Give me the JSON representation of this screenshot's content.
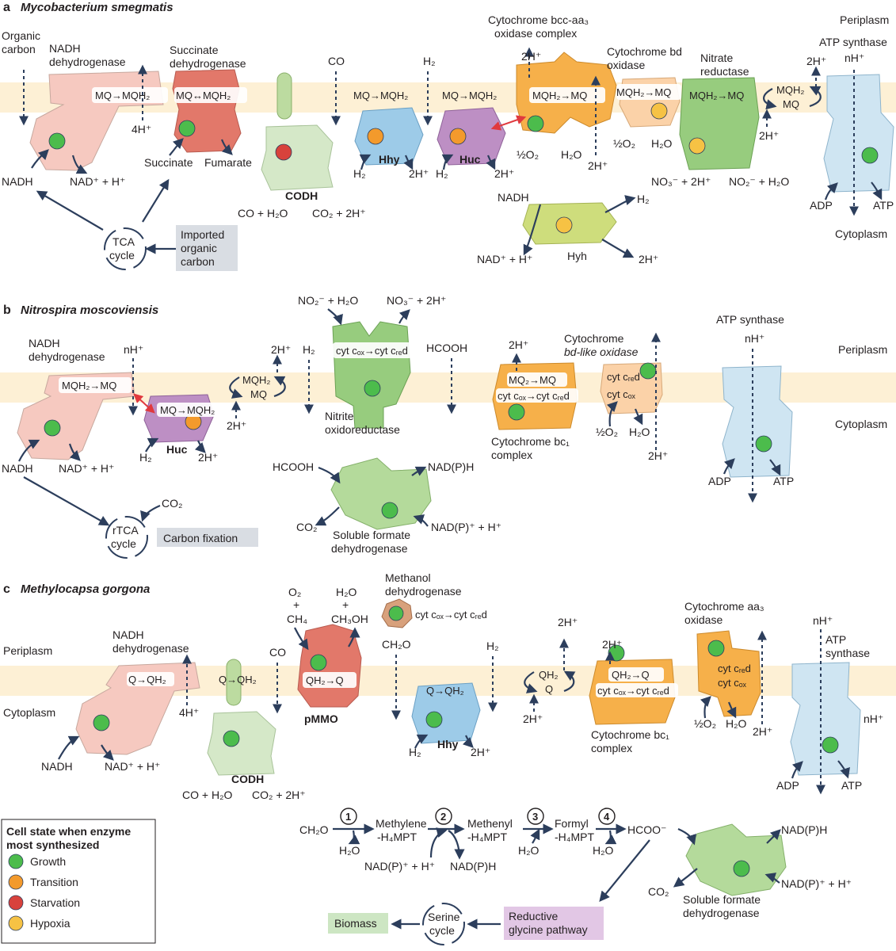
{
  "colors": {
    "growth": "#4cbc4c",
    "transition": "#f39a2c",
    "starvation": "#d8423c",
    "hypoxia": "#f6c244",
    "membrane": "#fdf0d5",
    "pink": "#f6c9c0",
    "red_orange": "#e2786a",
    "green_light": "#d5e8c8",
    "green_mid": "#97cc7e",
    "blue": "#9dcbe8",
    "purple": "#bd8fc4",
    "orange": "#f6b04a",
    "olive": "#cedd7c",
    "arrow": "#2c3e5c",
    "grey_box": "#d9dde3",
    "green_box": "#cde6c3",
    "purple_box": "#e2c7e5"
  },
  "panel_a": {
    "letter": "a",
    "organism": "Mycobacterium smegmatis",
    "labels": {
      "organic_carbon": [
        "Organic",
        "carbon"
      ],
      "nadh_dh": [
        "NADH",
        "dehydrogenase"
      ],
      "succ_dh": [
        "Succinate",
        "dehydrogenase"
      ],
      "co": "CO",
      "h2_top": "H₂",
      "bcc": [
        "Cytochrome bcc-aa₃",
        "oxidase complex"
      ],
      "bd": [
        "Cytochrome bd",
        "oxidase"
      ],
      "nitrate": [
        "Nitrate",
        "reductase"
      ],
      "periplasm": "Periplasm",
      "atp_synthase": "ATP synthase",
      "two_h_atp": "2H⁺",
      "nh": "nH⁺",
      "mq_mqh2_1": "MQ→MQH₂",
      "mq_mqh2_2": "MQ↔MQH₂",
      "mq_mqh2_3": "MQ→MQH₂",
      "mq_mqh2_4": "MQ→MQH₂",
      "mqh2_mq_1": "MQH₂→MQ",
      "mqh2_mq_2": "MQH₂→MQ",
      "mqh2_mq_3": "MQH₂→MQ",
      "cycle_mqh2": "MQH₂",
      "cycle_mq": "MQ",
      "four_h": "4H⁺",
      "two_h_bcc_top": "2H⁺",
      "two_h_bcc_bottom": "2H⁺",
      "two_h_nitrate": "2H⁺",
      "succinate": "Succinate",
      "fumarate": "Fumarate",
      "nadh": "NADH",
      "nad_plus": "NAD⁺ + H⁺",
      "codh": "CODH",
      "co_h2o": "CO + H₂O",
      "co2_2h": "CO₂ + 2H⁺",
      "hhy": "Hhy",
      "huc": "Huc",
      "h2_hhy": "H₂",
      "h2_huc": "H₂",
      "two_h_hhy": "2H⁺",
      "two_h_huc": "2H⁺",
      "half_o2_1": "½O₂",
      "h2o_1": "H₂O",
      "half_o2_2": "½O₂",
      "h2o_2": "H₂O",
      "no3": "NO₃⁻ + 2H⁺",
      "no2": "NO₂⁻ + H₂O",
      "adp": "ADP",
      "atp": "ATP",
      "cytoplasm": "Cytoplasm",
      "hyh_nadh": "NADH",
      "hyh_h2": "H₂",
      "hyh": "Hyh",
      "hyh_nad": "NAD⁺ + H⁺",
      "hyh_2h": "2H⁺",
      "tca": [
        "TCA",
        "cycle"
      ],
      "imported": [
        "Imported",
        "organic",
        "carbon"
      ]
    }
  },
  "panel_b": {
    "letter": "b",
    "organism": "Nitrospira moscoviensis",
    "labels": {
      "nadh_dh": [
        "NADH",
        "dehydrogenase"
      ],
      "nh_top": "nH⁺",
      "cycle_2h_top": "2H⁺",
      "h2": "H₂",
      "no2_h2o": "NO₂⁻ + H₂O",
      "no3_2h": "NO₃⁻ + 2H⁺",
      "cyt_nxr": "cyt cₒₓ→cyt cᵣₑd",
      "hcooh_top": "HCOOH",
      "two_h_bc1": "2H⁺",
      "bd_like": [
        "Cytochrome",
        "bd-like oxidase"
      ],
      "atp_synthase": "ATP synthase",
      "nh_atp": "nH⁺",
      "periplasm": "Periplasm",
      "mqh2_mq": "MQH₂→MQ",
      "cycle_mqh2": "MQH₂",
      "cycle_mq": "MQ",
      "mq_mqh2_bc1": "MQ₂→MQ",
      "cyt_bc1": "cyt cₒₓ→cyt cᵣₑd",
      "cyt_c_red": "cyt cᵣₑd",
      "cyt_c_ox": "cyt cₒₓ",
      "mq_mqh2_huc": "MQ→MQH₂",
      "cycle_2h_bottom": "2H⁺",
      "nitrite_ox": [
        "Nitrite",
        "oxidoreductase"
      ],
      "bc1": [
        "Cytochrome bc₁",
        "complex"
      ],
      "half_o2": "½O₂",
      "h2o": "H₂O",
      "two_h_bd": "2H⁺",
      "cytoplasm": "Cytoplasm",
      "nadh": "NADH",
      "nad_plus": "NAD⁺ + H⁺",
      "h2_huc": "H₂",
      "huc": "Huc",
      "two_h_huc": "2H⁺",
      "adp": "ADP",
      "atp": "ATP",
      "hcooh": "HCOOH",
      "nadph": "NAD(P)H",
      "co2": "CO₂",
      "nadp_plus": "NAD(P)⁺ + H⁺",
      "sfdh": [
        "Soluble formate",
        "dehydrogenase"
      ],
      "rtca": [
        "rTCA",
        "cycle"
      ],
      "co2_rtca": "CO₂",
      "carbon_fixation": "Carbon fixation"
    }
  },
  "panel_c": {
    "letter": "c",
    "organism": "Methylocapsa gorgona",
    "labels": {
      "o2": "O₂",
      "plus1": "+",
      "ch4": "CH₄",
      "h2o": "H₂O",
      "plus2": "+",
      "ch3oh": "CH₃OH",
      "mdh": [
        "Methanol",
        "dehydrogenase"
      ],
      "cyt_mdh": "cyt cₒₓ→cyt cᵣₑd",
      "ch2o": "CH₂O",
      "h2": "H₂",
      "two_h_top": "2H⁺",
      "two_h_bc1_top": "2H⁺",
      "aa3": [
        "Cytochrome aa₃",
        "oxidase"
      ],
      "nh_top": "nH⁺",
      "atp_synthase": [
        "ATP",
        "synthase"
      ],
      "periplasm": "Periplasm",
      "nadh_dh": [
        "NADH",
        "dehydrogenase"
      ],
      "co": "CO",
      "q_qh2_1": "Q→QH₂",
      "q_qh2_2": "Q→QH₂",
      "qh2_q_pmmo": "QH₂→Q",
      "q_qh2_hhy": "Q→QH₂",
      "cycle_qh2": "QH₂",
      "cycle_q": "Q",
      "qh2_q_bc1": "QH₂→Q",
      "cyt_bc1": "cyt cₒₓ→cyt cᵣₑd",
      "cyt_c_red": "cyt cᵣₑd",
      "cyt_c_ox": "cyt cₒₓ",
      "cytoplasm": "Cytoplasm",
      "four_h": "4H⁺",
      "pmmo": "pMMO",
      "two_h_cycle": "2H⁺",
      "bc1": [
        "Cytochrome bc₁",
        "complex"
      ],
      "half_o2": "½O₂",
      "h2o_aa3": "H₂O",
      "two_h_aa3": "2H⁺",
      "nh_side": "nH⁺",
      "nadh": "NADH",
      "nad_plus": "NAD⁺ + H⁺",
      "codh": "CODH",
      "co_h2o": "CO + H₂O",
      "co2_2h": "CO₂ + 2H⁺",
      "h2_hhy": "H₂",
      "hhy": "Hhy",
      "two_h_hhy": "2H⁺",
      "adp": "ADP",
      "atp": "ATP",
      "path_ch2o": "CH₂O",
      "step1": "1",
      "step2": "2",
      "step3": "3",
      "step4": "4",
      "methylene": [
        "Methylene",
        "-H₄MPT"
      ],
      "methenyl": [
        "Methenyl",
        "-H₄MPT"
      ],
      "formyl": [
        "Formyl",
        "-H₄MPT"
      ],
      "hcoo": "HCOO⁻",
      "path_h2o_1": "H₂O",
      "path_nadp": "NAD(P)⁺ + H⁺",
      "path_nadph": "NAD(P)H",
      "path_h2o_3": "H₂O",
      "path_h2o_4": "H₂O",
      "sfdh_nadph": "NAD(P)H",
      "sfdh_co2": "CO₂",
      "sfdh_nadp": "NAD(P)⁺ + H⁺",
      "sfdh": [
        "Soluble formate",
        "dehydrogenase"
      ],
      "biomass": "Biomass",
      "serine": [
        "Serine",
        "cycle"
      ],
      "reductive": [
        "Reductive",
        "glycine pathway"
      ]
    }
  },
  "legend": {
    "title": [
      "Cell state when enzyme",
      "most synthesized"
    ],
    "items": [
      {
        "label": "Growth",
        "color": "#4cbc4c"
      },
      {
        "label": "Transition",
        "color": "#f39a2c"
      },
      {
        "label": "Starvation",
        "color": "#d8423c"
      },
      {
        "label": "Hypoxia",
        "color": "#f6c244"
      }
    ]
  }
}
